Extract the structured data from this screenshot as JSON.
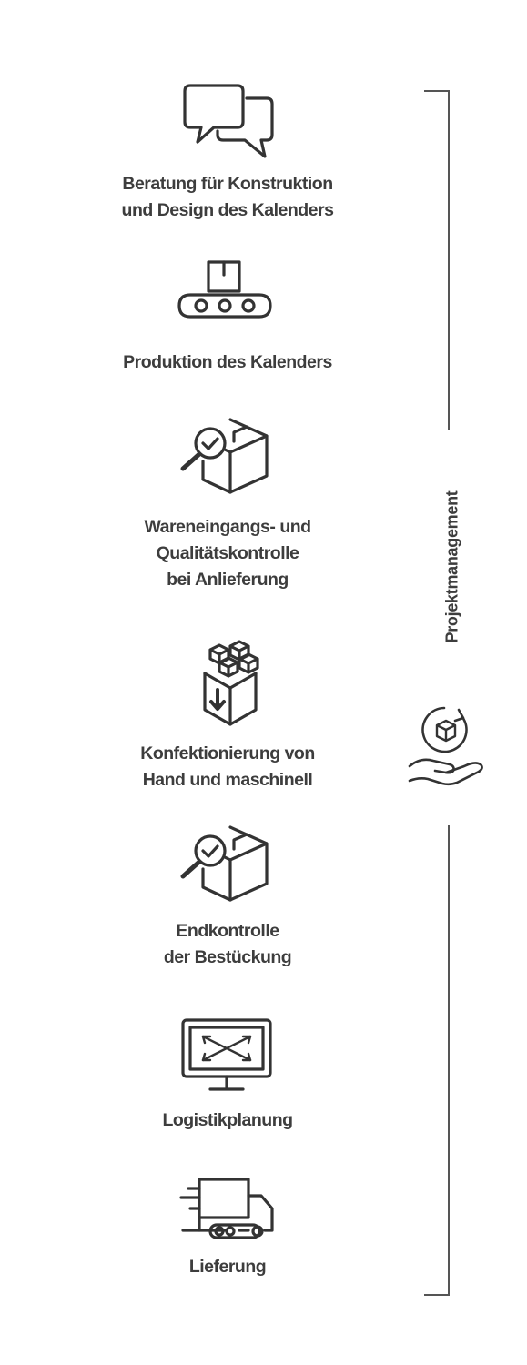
{
  "steps": [
    {
      "icon": "speech-bubbles-icon",
      "label": "Beratung für Konstruktion\nund Design des Kalenders"
    },
    {
      "icon": "conveyor-belt-icon",
      "label": "Produktion des Kalenders"
    },
    {
      "icon": "box-inspection-icon",
      "label": "Wareneingangs- und\nQualitätskontrolle\nbei Anlieferung"
    },
    {
      "icon": "box-packing-icon",
      "label": "Konfektionierung von\nHand und maschinell"
    },
    {
      "icon": "box-inspection-icon",
      "label": "Endkontrolle\nder Bestückung"
    },
    {
      "icon": "monitor-logistics-icon",
      "label": "Logistikplanung"
    },
    {
      "icon": "delivery-truck-icon",
      "label": "Lieferung"
    }
  ],
  "project_management": {
    "label": "Projektmanagement",
    "icon": "hand-rotating-box-icon"
  },
  "colors": {
    "text": "#3d3d3d",
    "icon": "#333333",
    "bracket": "#555555"
  }
}
